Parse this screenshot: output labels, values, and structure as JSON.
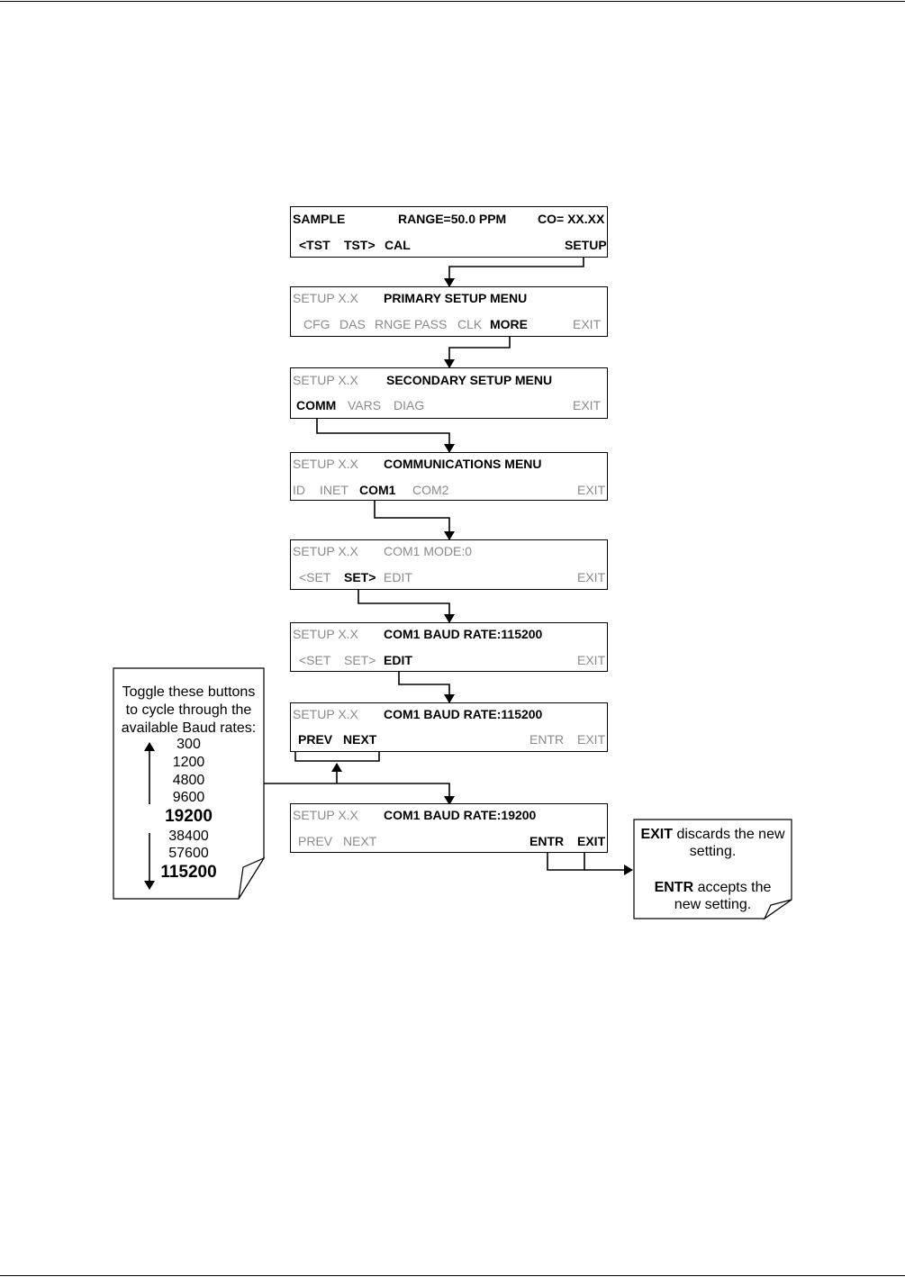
{
  "screens": {
    "s1": {
      "status_left": "SAMPLE",
      "status_mid": "RANGE=50.0 PPM",
      "status_right": "CO= XX.XX",
      "btn1": "<TST",
      "btn2": "TST>",
      "btn3": "CAL",
      "btn4": "SETUP"
    },
    "s2": {
      "status_left": "SETUP X.X",
      "title": "PRIMARY SETUP MENU",
      "btn1": "CFG",
      "btn2": "DAS",
      "btn3": "RNGE",
      "btn4": "PASS",
      "btn5": "CLK",
      "btn6": "MORE",
      "btn7": "EXIT"
    },
    "s3": {
      "status_left": "SETUP X.X",
      "title": "SECONDARY SETUP MENU",
      "btn1": "COMM",
      "btn2": "VARS",
      "btn3": "DIAG",
      "btn4": "EXIT"
    },
    "s4": {
      "status_left": "SETUP X.X",
      "title": "COMMUNICATIONS MENU",
      "btn1": "ID",
      "btn2": "INET",
      "btn3": "COM1",
      "btn4": "COM2",
      "btn5": "EXIT"
    },
    "s5": {
      "status_left": "SETUP X.X",
      "title": "COM1 MODE:0",
      "btn1": "<SET",
      "btn2": "SET>",
      "btn3": "EDIT",
      "btn4": "EXIT"
    },
    "s6": {
      "status_left": "SETUP X.X",
      "title": "COM1 BAUD RATE:115200",
      "btn1": "<SET",
      "btn2": "SET>",
      "btn3": "EDIT",
      "btn4": "EXIT"
    },
    "s7": {
      "status_left": "SETUP X.X",
      "title": "COM1 BAUD RATE:115200",
      "btn1": "PREV",
      "btn2": "NEXT",
      "btn3": "ENTR",
      "btn4": "EXIT"
    },
    "s8": {
      "status_left": "SETUP X.X",
      "title": "COM1 BAUD RATE:19200",
      "btn1": "PREV",
      "btn2": "NEXT",
      "btn3": "ENTR",
      "btn4": "EXIT"
    }
  },
  "note_left": {
    "line1": "Toggle these buttons",
    "line2": "to cycle through the",
    "line3": "available Baud rates:",
    "rates": [
      "300",
      "1200",
      "4800",
      "9600",
      "19200",
      "38400",
      "57600",
      "115200"
    ]
  },
  "note_right": {
    "exit_key": "EXIT",
    "exit_text1": " discards the new",
    "exit_text2": "setting.",
    "entr_key": "ENTR",
    "entr_text1": " accepts the",
    "entr_text2": "new setting."
  }
}
